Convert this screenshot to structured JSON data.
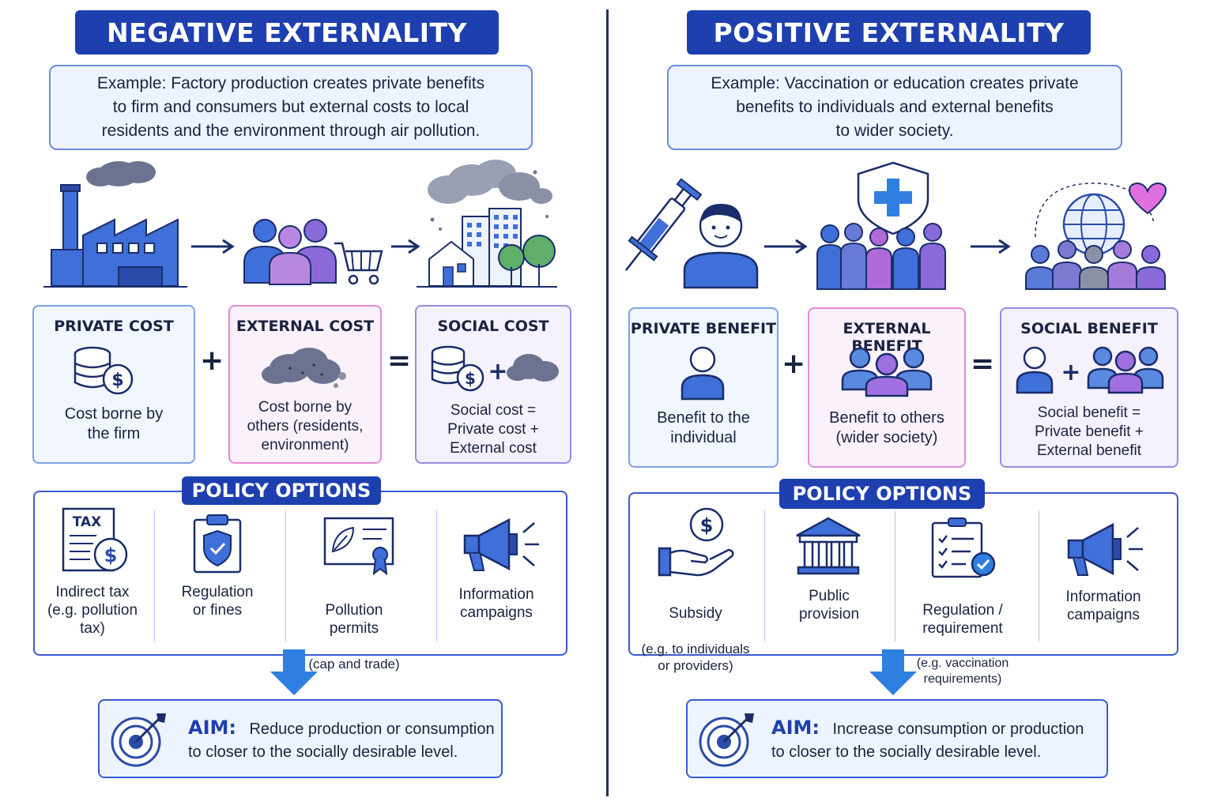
{
  "colors": {
    "navy": "#1e3fae",
    "blue_light": "#f1f6ff",
    "pink_light": "#fbf1fb",
    "purple_light": "#f5f1fd",
    "icon_blue": "#3f6fd8",
    "icon_purple": "#9b6ad8",
    "arrow_blue": "#2f7fe0"
  },
  "negative": {
    "title": "NEGATIVE EXTERNALITY",
    "example": "Example: Factory production creates private benefits\nto firm and consumers but external costs to local\nresidents and the environment through air pollution.",
    "cards": [
      {
        "title": "PRIVATE COST",
        "text": "Cost borne by\nthe firm",
        "icon": "coins-dollar-icon"
      },
      {
        "title": "EXTERNAL COST",
        "text": "Cost borne by\nothers (residents,\nenvironment)",
        "icon": "smoke-cloud-icon"
      },
      {
        "title": "SOCIAL COST",
        "text": "Social cost =\nPrivate cost +\nExternal cost",
        "icon": "coins-plus-cloud-icon"
      }
    ],
    "operators": [
      "+",
      "="
    ],
    "policy_label": "POLICY OPTIONS",
    "policies": [
      {
        "icon": "tax-document-icon",
        "icon_text": "TAX",
        "label": "Indirect tax\n(e.g. pollution\ntax)",
        "sub": ""
      },
      {
        "icon": "clipboard-shield-icon",
        "label": "Regulation\nor fines",
        "sub": ""
      },
      {
        "icon": "certificate-leaf-icon",
        "label": "Pollution\npermits",
        "sub": "(cap and trade)"
      },
      {
        "icon": "megaphone-icon",
        "label": "Information\ncampaigns",
        "sub": ""
      }
    ],
    "aim_label": "AIM:",
    "aim_line1": "Reduce production or consumption",
    "aim_line2": "to closer to the socially desirable level."
  },
  "positive": {
    "title": "POSITIVE EXTERNALITY",
    "example": "Example: Vaccination or education creates private\nbenefits to individuals and external benefits\nto wider society.",
    "cards": [
      {
        "title": "PRIVATE BENEFIT",
        "text": "Benefit to the\nindividual",
        "icon": "person-icon"
      },
      {
        "title": "EXTERNAL BENEFIT",
        "text": "Benefit to others\n(wider society)",
        "icon": "group-icon"
      },
      {
        "title": "SOCIAL BENEFIT",
        "text": "Social benefit =\nPrivate benefit +\nExternal benefit",
        "icon": "person-plus-group-icon"
      }
    ],
    "operators": [
      "+",
      "="
    ],
    "policy_label": "POLICY OPTIONS",
    "policies": [
      {
        "icon": "hand-dollar-icon",
        "label": "Subsidy",
        "sub": "(e.g. to individuals\nor providers)"
      },
      {
        "icon": "public-building-icon",
        "label": "Public\nprovision",
        "sub": ""
      },
      {
        "icon": "checklist-icon",
        "label": "Regulation /\nrequirement",
        "sub": "(e.g. vaccination\nrequirements)"
      },
      {
        "icon": "megaphone-icon",
        "label": "Information\ncampaigns",
        "sub": ""
      }
    ],
    "aim_label": "AIM:",
    "aim_line1": "Increase consumption or production",
    "aim_line2": "to closer to the socially desirable level."
  }
}
